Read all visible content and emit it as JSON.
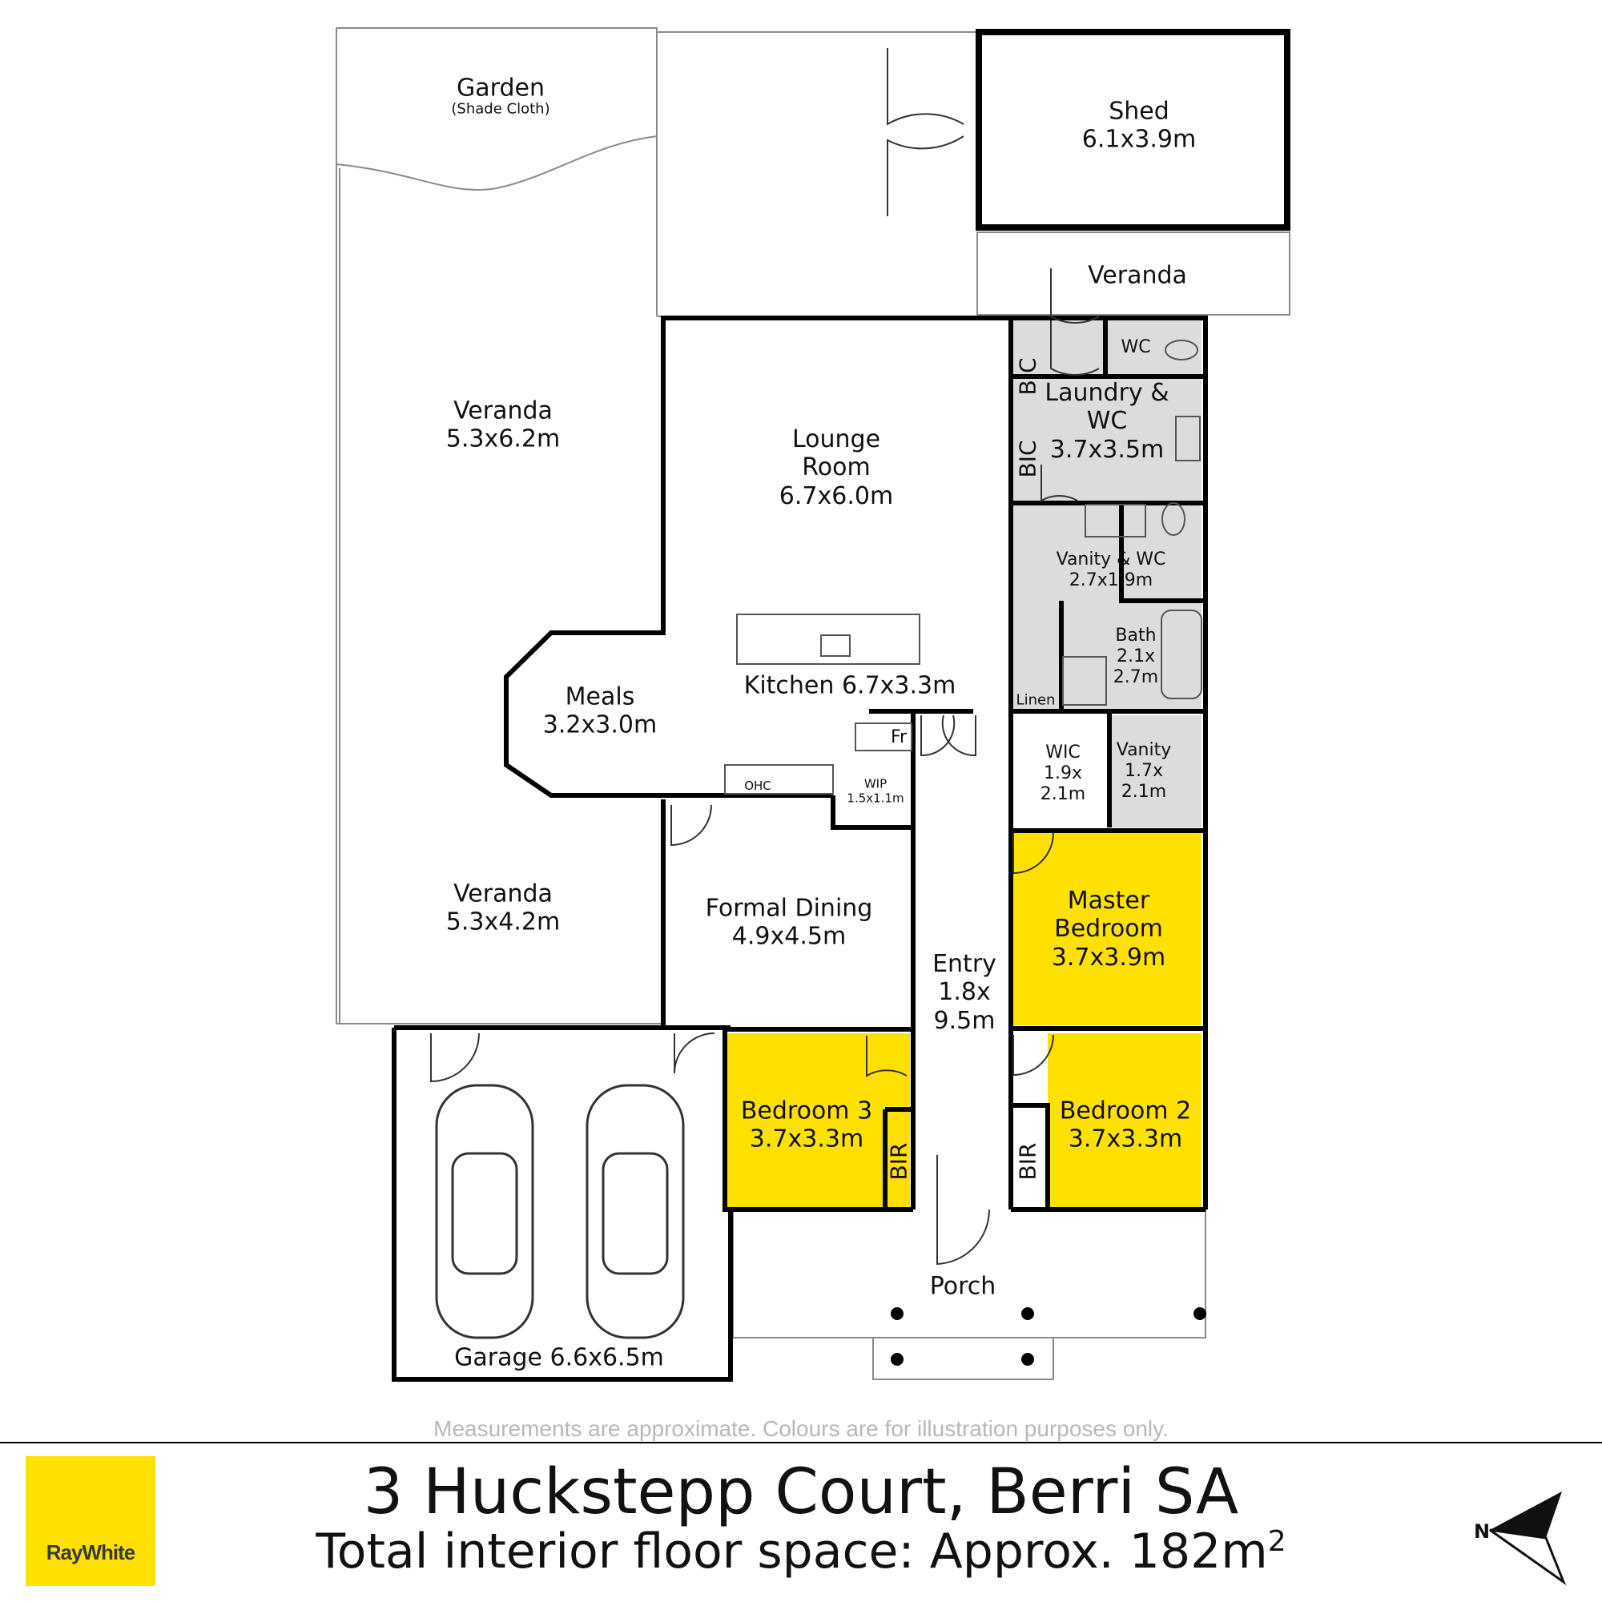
{
  "rooms": {
    "garden": {
      "name": "Garden",
      "note": "(Shade Cloth)"
    },
    "shed": {
      "name": "Shed",
      "size": "6.1x3.9m"
    },
    "veranda_back": {
      "name": "Veranda"
    },
    "veranda_side": {
      "name": "Veranda",
      "size": "5.3x6.2m"
    },
    "veranda_front": {
      "name": "Veranda",
      "size": "5.3x4.2m"
    },
    "lounge": {
      "name": "Lounge\nRoom",
      "size": "6.7x6.0m"
    },
    "kitchen": {
      "name": "Kitchen 6.7x3.3m"
    },
    "meals": {
      "name": "Meals",
      "size": "3.2x3.0m"
    },
    "wc_small": {
      "name": "WC"
    },
    "bic_upper": {
      "name": "BIC"
    },
    "bic_lower": {
      "name": "BIC"
    },
    "laundry": {
      "name": "Laundry &\nWC",
      "size": "3.7x3.5m"
    },
    "vanity_wc": {
      "name": "Vanity & WC",
      "size": "2.7x1.9m"
    },
    "bath": {
      "name": "Bath\n2.1x\n2.7m"
    },
    "linen": {
      "name": "Linen"
    },
    "wic": {
      "name": "WIC\n1.9x\n2.1m"
    },
    "vanity": {
      "name": "Vanity\n1.7x\n2.1m"
    },
    "fr": {
      "name": "Fr"
    },
    "ohc": {
      "name": "OHC"
    },
    "wip": {
      "name": "WIP",
      "size": "1.5x1.1m"
    },
    "formal_dining": {
      "name": "Formal Dining",
      "size": "4.9x4.5m"
    },
    "entry": {
      "name": "Entry\n1.8x\n9.5m"
    },
    "master": {
      "name": "Master\nBedroom",
      "size": "3.7x3.9m"
    },
    "bedroom3": {
      "name": "Bedroom 3",
      "size": "3.7x3.3m"
    },
    "bedroom2": {
      "name": "Bedroom 2",
      "size": "3.7x3.3m"
    },
    "bir_left": {
      "name": "BIR"
    },
    "bir_right": {
      "name": "BIR"
    },
    "porch": {
      "name": "Porch"
    },
    "garage": {
      "name": "Garage 6.6x6.5m"
    }
  },
  "colors": {
    "bedroom": "#ffe100",
    "wet_area": "#dcdcdc",
    "wall": "#000000"
  },
  "footer": {
    "disclaimer": "Measurements are approximate. Colours are for illustration purposes only.",
    "brand": "RayWhite",
    "address": "3 Huckstepp Court, Berri SA",
    "floor_space_text": "Total interior floor space: Approx. 182m",
    "floor_space_sup": "2",
    "compass_letter": "N"
  }
}
